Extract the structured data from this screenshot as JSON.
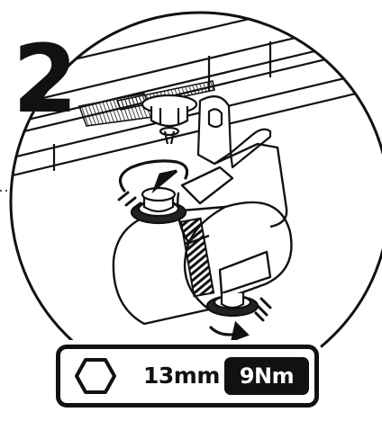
{
  "step": {
    "number": "2"
  },
  "spec": {
    "wrench_size": "13mm",
    "torque": "9Nm",
    "wrench_icon": "hex-nut-icon"
  },
  "colors": {
    "ink": "#111111",
    "paper": "#ffffff",
    "rubber": "#222222"
  }
}
